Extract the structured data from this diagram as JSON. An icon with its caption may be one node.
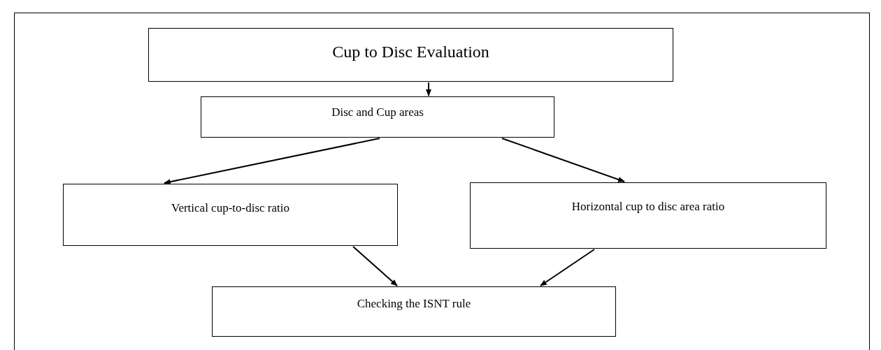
{
  "diagram": {
    "nodes": [
      {
        "text": [
          "Cup to Disc Evaluation"
        ]
      },
      {
        "text": [
          "Disc and Cup areas"
        ]
      },
      {
        "text": [
          "Vertical cup-to-disc ratio"
        ]
      },
      {
        "text": [
          "Horizontal cup to disc area ratio"
        ]
      },
      {
        "text": [
          "Checking the ISNT rule"
        ]
      }
    ],
    "edges": [
      {
        "from": 0,
        "to": 1,
        "arrow": "to"
      },
      {
        "from": 1,
        "to": 2,
        "arrow": "to"
      },
      {
        "from": 1,
        "to": 3,
        "arrow": "to"
      },
      {
        "from": 2,
        "to": 4,
        "arrow": "to"
      },
      {
        "from": 3,
        "to": 4,
        "arrow": "to"
      }
    ]
  }
}
